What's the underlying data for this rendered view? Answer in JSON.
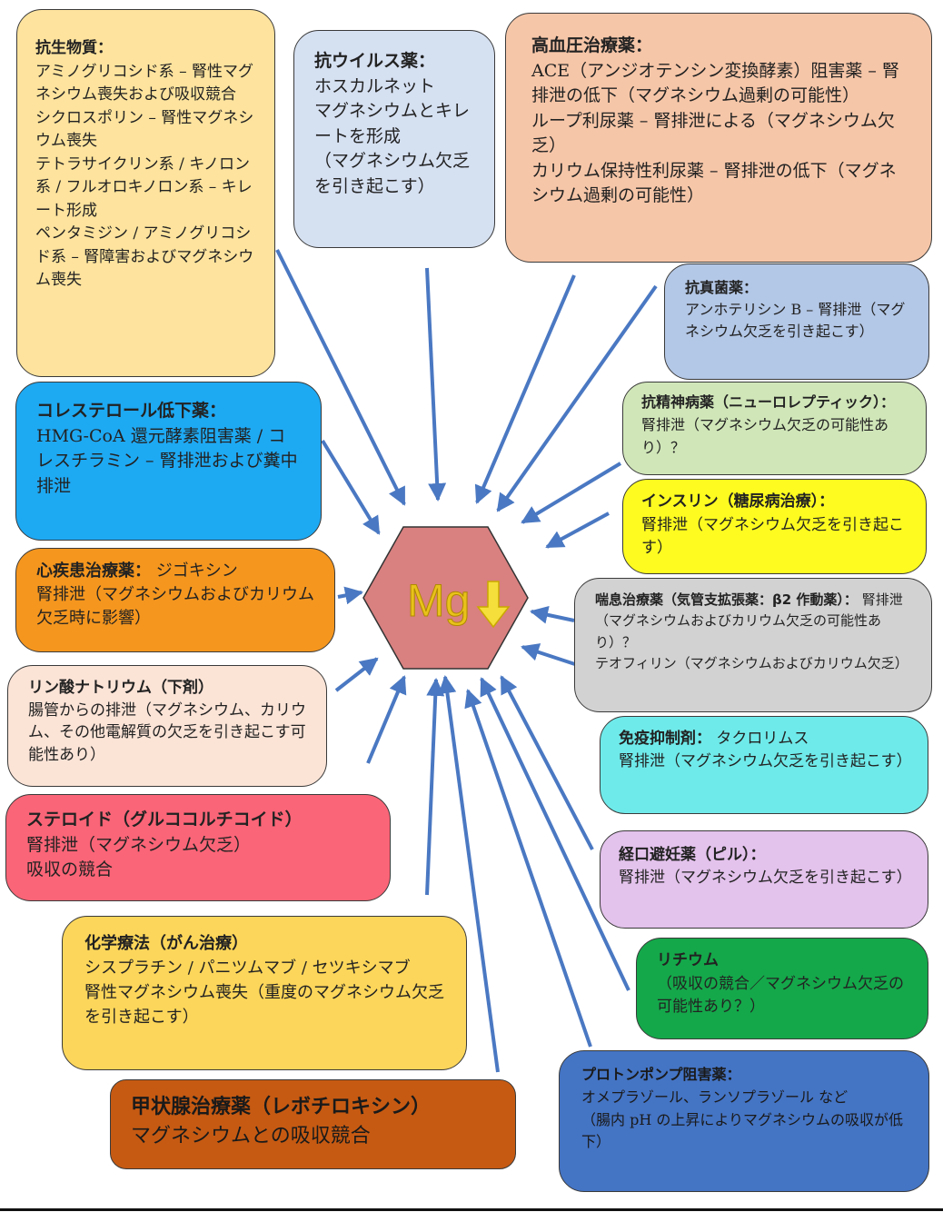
{
  "center": {
    "label": "Mg",
    "fill": "#d98080",
    "label_color": "#e8c21a",
    "arrow_color": "#f5df3a"
  },
  "arrow_color": "#4a78c2",
  "boxes": [
    {
      "id": "antibiotics",
      "bg": "#fde39d",
      "title": "抗生物質：",
      "lines": [
        "アミノグリコシド系 – 腎性マグネシウム喪失および吸収競合",
        "シクロスポリン – 腎性マグネシウム喪失",
        "テトラサイクリン系 / キノロン系 / フルオロキノロン系 – キレート形成",
        "ペンタミジン / アミノグリコシド系 – 腎障害およびマグネシウム喪失"
      ]
    },
    {
      "id": "antiviral",
      "bg": "#d5e0f1",
      "title": "抗ウイルス薬：",
      "lines": [
        "ホスカルネット",
        "マグネシウムとキレートを形成",
        "（マグネシウム欠乏を引き起こす）"
      ]
    },
    {
      "id": "antihypertensive",
      "bg": "#f6c6a8",
      "title": "高血圧治療薬：",
      "lines": [
        "ACE（アンジオテンシン変換酵素）阻害薬 – 腎排泄の低下（マグネシウム過剰の可能性）",
        "ループ利尿薬 – 腎排泄による（マグネシウム欠乏）",
        "カリウム保持性利尿薬 – 腎排泄の低下（マグネシウム過剰の可能性）"
      ]
    },
    {
      "id": "antifungal",
      "bg": "#b3c7e6",
      "title": "抗真菌薬：",
      "lines": [
        "アンホテリシン B – 腎排泄（マグネシウム欠乏を引き起こす）"
      ]
    },
    {
      "id": "antipsychotic",
      "bg": "#d0e6b8",
      "title": "抗精神病薬（ニューロレプティック）：",
      "lines": [
        "腎排泄（マグネシウム欠乏の可能性あり）？"
      ]
    },
    {
      "id": "insulin",
      "bg": "#fdfb1f",
      "title": "インスリン（糖尿病治療）：",
      "lines": [
        "腎排泄（マグネシウム欠乏を引き起こす）"
      ]
    },
    {
      "id": "asthma",
      "bg": "#d2d2d2",
      "title": "喘息治療薬（気管支拡張薬：β2 作動薬）：",
      "lines": [
        "腎排泄（マグネシウムおよびカリウム欠乏の可能性あり）？",
        "テオフィリン（マグネシウムおよびカリウム欠乏）"
      ]
    },
    {
      "id": "immunosuppressant",
      "bg": "#6feaea",
      "title": "免疫抑制剤：",
      "lines": [
        "タクロリムス",
        "腎排泄（マグネシウム欠乏を引き起こす）"
      ]
    },
    {
      "id": "contraceptive",
      "bg": "#e3c2ec",
      "title": "経口避妊薬（ピル）：",
      "lines": [
        "腎排泄（マグネシウム欠乏を引き起こす）"
      ]
    },
    {
      "id": "lithium",
      "bg": "#14a84a",
      "title": "リチウム",
      "lines": [
        "（吸収の競合／マグネシウム欠乏の可能性あり？）"
      ]
    },
    {
      "id": "ppi",
      "bg": "#4474c4",
      "title": "プロトンポンプ阻害薬：",
      "lines": [
        "オメプラゾール、ランソプラゾール など",
        "（腸内 pH の上昇によりマグネシウムの吸収が低下）"
      ]
    },
    {
      "id": "thyroid",
      "bg": "#c65a12",
      "title": "甲状腺治療薬（レボチロキシン）",
      "lines": [
        "マグネシウムとの吸収競合"
      ]
    },
    {
      "id": "chemotherapy",
      "bg": "#fcd65a",
      "title": "化学療法（がん治療）",
      "lines": [
        "シスプラチン / パニツムマブ / セツキシマブ",
        "腎性マグネシウム喪失（重度のマグネシウム欠乏を引き起こす）"
      ]
    },
    {
      "id": "steroid",
      "bg": "#fa6577",
      "title": "ステロイド（グルココルチコイド）",
      "lines": [
        "腎排泄（マグネシウム欠乏）",
        "吸収の競合"
      ]
    },
    {
      "id": "sodium-phosphate",
      "bg": "#fbe3d6",
      "title": "リン酸ナトリウム（下剤）",
      "lines": [
        "腸管からの排泄（マグネシウム、カリウム、その他電解質の欠乏を引き起こす可能性あり）"
      ]
    },
    {
      "id": "heart",
      "bg": "#f5961e",
      "title": "心疾患治療薬：",
      "lines": [
        "ジゴキシン",
        "腎排泄（マグネシウムおよびカリウム欠乏時に影響）"
      ]
    },
    {
      "id": "cholesterol",
      "bg": "#1ea9f3",
      "title": "コレステロール低下薬：",
      "lines": [
        "HMG-CoA 還元酵素阻害薬 / コレスチラミン – 腎排泄および糞中排泄"
      ]
    }
  ]
}
